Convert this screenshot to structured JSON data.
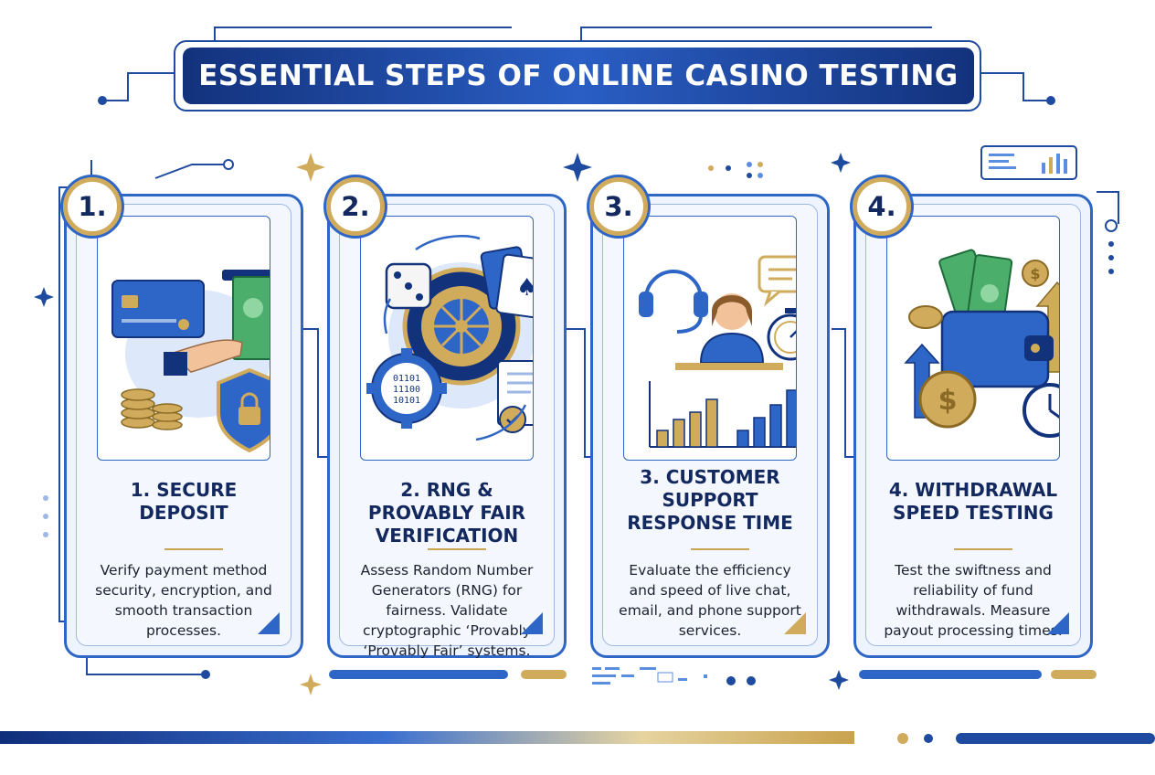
{
  "title": "ESSENTIAL STEPS OF ONLINE CASINO TESTING",
  "colors": {
    "navy": "#13327c",
    "blue": "#2e66c7",
    "gold": "#d1ab5c"
  },
  "steps": [
    {
      "number": "1.",
      "heading": "1. SECURE DEPOSIT",
      "description": "Verify payment method security, encryption, and smooth transaction processes.",
      "icons": [
        "credit-card-icon",
        "cash-icon",
        "coins-icon",
        "shield-lock-icon"
      ]
    },
    {
      "number": "2.",
      "heading": "2. RNG & PROVABLY FAIR VERIFICATION",
      "description": "Assess Random Number Generators (RNG) for fairness. Validate cryptographic ‘Provably ‘Provably Fair’ systems.",
      "icons": [
        "dice-icon",
        "roulette-wheel-icon",
        "playing-cards-icon",
        "binary-gear-icon",
        "certificate-icon"
      ],
      "binary_text": [
        "01101",
        "11100",
        "10101"
      ]
    },
    {
      "number": "3.",
      "heading": "3. CUSTOMER SUPPORT RESPONSE TIME",
      "description": "Evaluate the efficiency and speed of live chat, email, and phone support services.",
      "icons": [
        "headset-icon",
        "support-agent-icon",
        "chat-bubble-icon",
        "stopwatch-icon",
        "bar-chart-icon"
      ]
    },
    {
      "number": "4.",
      "heading": "4. WITHDRAWAL SPEED TESTING",
      "description": "Test the swiftness and reliability of fund withdrawals. Measure payout processing times.",
      "icons": [
        "wallet-icon",
        "cash-icon",
        "coin-icon",
        "clock-icon",
        "up-arrow-icon"
      ]
    }
  ]
}
